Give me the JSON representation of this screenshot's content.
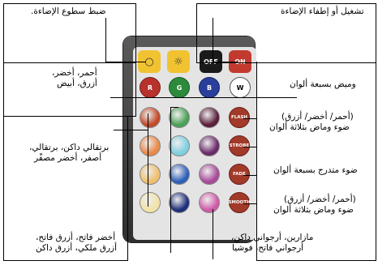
{
  "labels": {
    "brightness": "ضبط سطوع الإضاءة.",
    "power": "تشغيل أو إطفاء الإضاءة",
    "rgbw_1": "أحمر، أخضر،",
    "rgbw_2": "أزرق، أبيض",
    "flash_title": "وميض بسبعة ألوان",
    "strobe_1": "(أحمر/ أخضر/ أزرق)",
    "strobe_2": "ضوء وماض بثلاثة ألوان",
    "fade": "ضوء متدرج بسبعة ألوان",
    "smooth_1": "(أحمر/ أخضر/ أزرق)",
    "smooth_2": "ضوء وماض بثلاثة ألوان",
    "orange_1": "برتقالي داكن، برتقالي،",
    "orange_2": "أصفر، أخضر مصفّر",
    "green_1": "أخضر فاتح، أزرق فاتح،",
    "green_2": "أزرق ملكي، أزرق داكن",
    "maroon_1": "مازارين، أرجواني داكن،",
    "maroon_2": "أرجواني فاتح، فوشيا"
  },
  "remote": {
    "off": "OFF",
    "on": "ON",
    "r": "R",
    "g": "G",
    "b": "B",
    "w": "W",
    "flash": "FLASH",
    "strobe": "STROBE",
    "fade": "FADE",
    "smooth": "SMOOTH"
  },
  "colors": {
    "col1": [
      "#c24a2a",
      "#e88a4a",
      "#efc070",
      "#f2e3a8"
    ],
    "col2": [
      "#4aa055",
      "#7fcfe0",
      "#2e5fb8",
      "#1f2f7a"
    ],
    "col3": [
      "#5a1f3a",
      "#6a2a6a",
      "#a84a9a",
      "#d05aa8"
    ],
    "r": "#b7322c",
    "g": "#2d8a3c",
    "b": "#2a3f9a"
  }
}
